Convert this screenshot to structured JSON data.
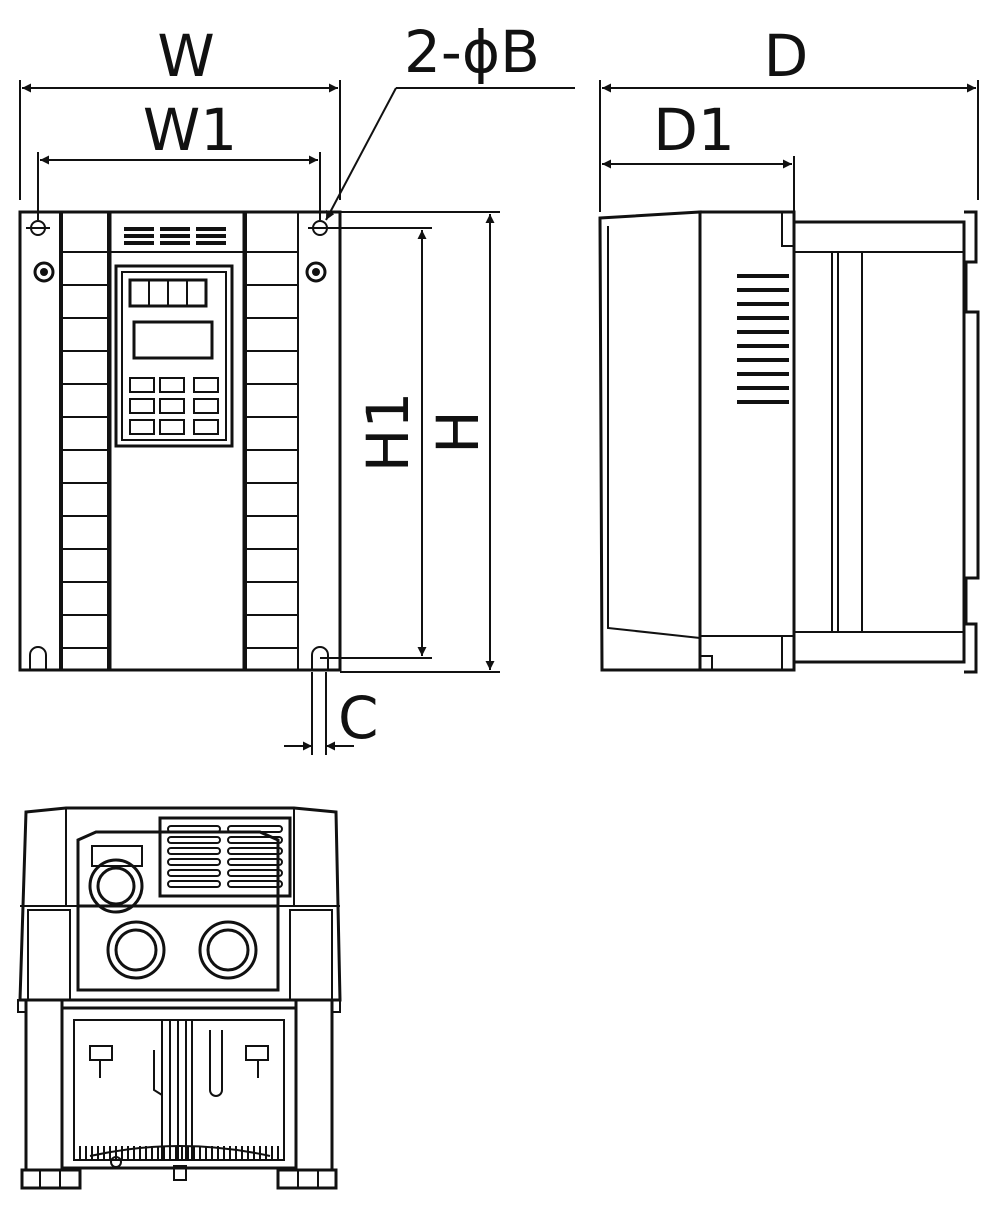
{
  "labels": {
    "w": "W",
    "w1": "W1",
    "hole": "2-ϕB",
    "d": "D",
    "d1": "D1",
    "h1": "H1",
    "h": "H",
    "c": "C"
  },
  "colors": {
    "line": "#111111",
    "background": "#ffffff"
  }
}
